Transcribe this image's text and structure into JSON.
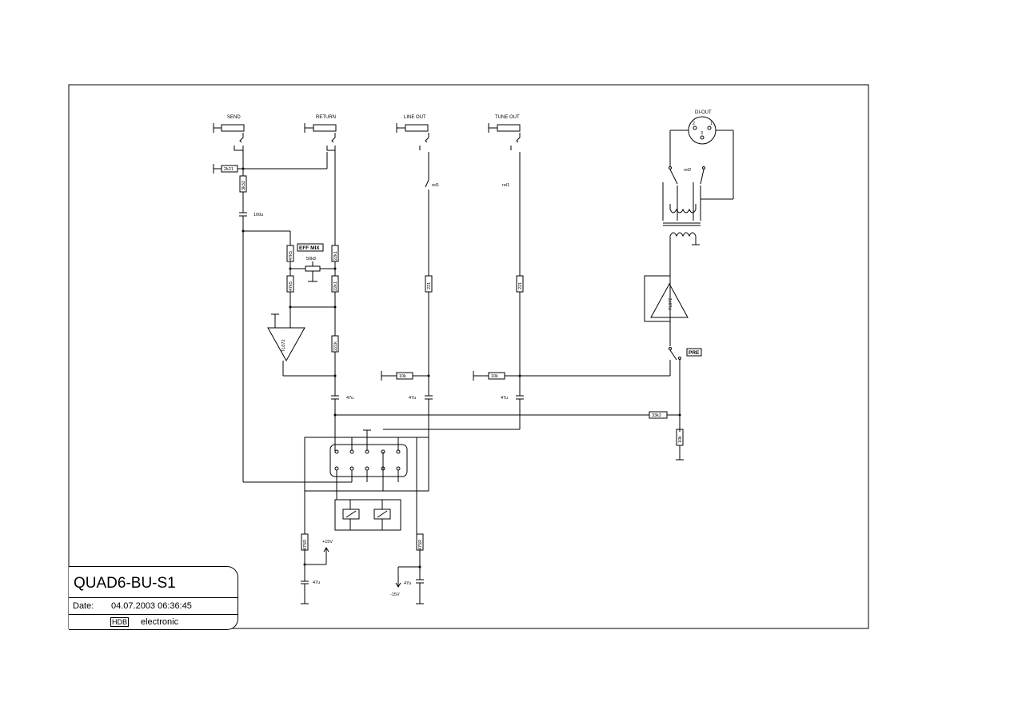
{
  "connectors": {
    "send": "SEND",
    "return": "RETURN",
    "line_out": "LINE OUT",
    "tune_out": "TUNE OUT",
    "di_out": "DI-OUT"
  },
  "labels": {
    "eff_mix": "EFF MIX",
    "pre": "PRE",
    "rel1_a": "rel1",
    "rel1_b": "rel1",
    "rel2": "rel2",
    "opamp_1": "TL072",
    "opamp_2": "TL072",
    "plus15": "+15V",
    "minus15": "-15V",
    "xlr_pin1": "1",
    "xlr_pin2": "2",
    "xlr_pin3": "3"
  },
  "components": {
    "r_2k21": "2k21",
    "r_3k32": "3k32",
    "c_100u": "100u",
    "r_47k5": "47k5",
    "r_47k5b": "47k5",
    "pot_50k8": "50k8",
    "r_22k1": "22k1",
    "r_22k1b": "22k1",
    "r_221k": "221k",
    "r_221_line": "221",
    "r_221_tune": "221",
    "r_10k_line": "10k",
    "r_10k_tune": "10k",
    "c_47u_1": "47u",
    "c_47u_2": "47u",
    "c_47u_3": "47u",
    "r_33k2": "33k2",
    "r_10k_v": "10k",
    "r_475_left": "475R",
    "r_475_right": "475R",
    "c_47u_pos": "47u",
    "c_47u_neg": "47u"
  },
  "title_block": {
    "title": "QUAD6-BU-S1",
    "date_label": "Date:",
    "date_value": "04.07.2003 06:36:45",
    "logo": "HDB",
    "company": "electronic"
  }
}
